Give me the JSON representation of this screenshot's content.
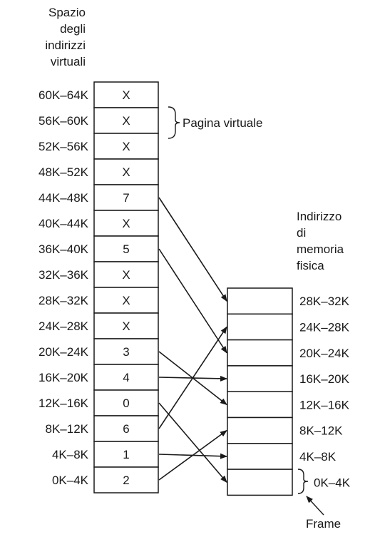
{
  "virtual_space": {
    "title": "Spazio\ndegli\nindirizzi\nvirtuali",
    "pages": [
      {
        "range": "60K–64K",
        "value": "X"
      },
      {
        "range": "56K–60K",
        "value": "X"
      },
      {
        "range": "52K–56K",
        "value": "X"
      },
      {
        "range": "48K–52K",
        "value": "X"
      },
      {
        "range": "44K–48K",
        "value": "7"
      },
      {
        "range": "40K–44K",
        "value": "X"
      },
      {
        "range": "36K–40K",
        "value": "5"
      },
      {
        "range": "32K–36K",
        "value": "X"
      },
      {
        "range": "28K–32K",
        "value": "X"
      },
      {
        "range": "24K–28K",
        "value": "X"
      },
      {
        "range": "20K–24K",
        "value": "3"
      },
      {
        "range": "16K–20K",
        "value": "4"
      },
      {
        "range": "12K–16K",
        "value": "0"
      },
      {
        "range": "8K–12K",
        "value": "6"
      },
      {
        "range": "4K–8K",
        "value": "1"
      },
      {
        "range": "0K–4K",
        "value": "2"
      }
    ]
  },
  "physical_memory": {
    "title": "Indirizzo\ndi\nmemoria\nfisica",
    "frames": [
      {
        "range": "28K–32K"
      },
      {
        "range": "24K–28K"
      },
      {
        "range": "20K–24K"
      },
      {
        "range": "16K–20K"
      },
      {
        "range": "12K–16K"
      },
      {
        "range": "8K–12K"
      },
      {
        "range": "4K–8K"
      },
      {
        "range": "0K–4K"
      }
    ]
  },
  "annotations": {
    "virtual_page": "Pagina virtuale",
    "frame": "Frame"
  },
  "mappings": [
    {
      "from_page": "44K–48K",
      "to_frame": "28K–32K"
    },
    {
      "from_page": "36K–40K",
      "to_frame": "20K–24K"
    },
    {
      "from_page": "20K–24K",
      "to_frame": "12K–16K"
    },
    {
      "from_page": "16K–20K",
      "to_frame": "16K–20K"
    },
    {
      "from_page": "12K–16K",
      "to_frame": "0K–4K"
    },
    {
      "from_page": "8K–12K",
      "to_frame": "24K–28K"
    },
    {
      "from_page": "4K–8K",
      "to_frame": "4K–8K"
    },
    {
      "from_page": "0K–4K",
      "to_frame": "8K–12K"
    }
  ]
}
